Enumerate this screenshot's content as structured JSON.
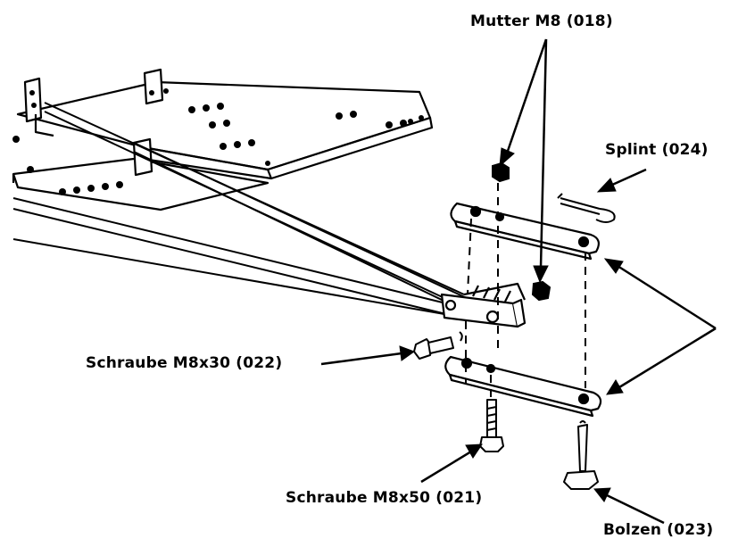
{
  "colors": {
    "ink": "#000000",
    "paper": "#ffffff",
    "plate": "#ececec"
  },
  "labels": {
    "nut": "Mutter M8 (018)",
    "split_pin": "Splint (024)",
    "screw_30": "Schraube M8x30 (022)",
    "screw_50": "Schraube M8x50 (021)",
    "pin": "Bolzen (023)"
  }
}
